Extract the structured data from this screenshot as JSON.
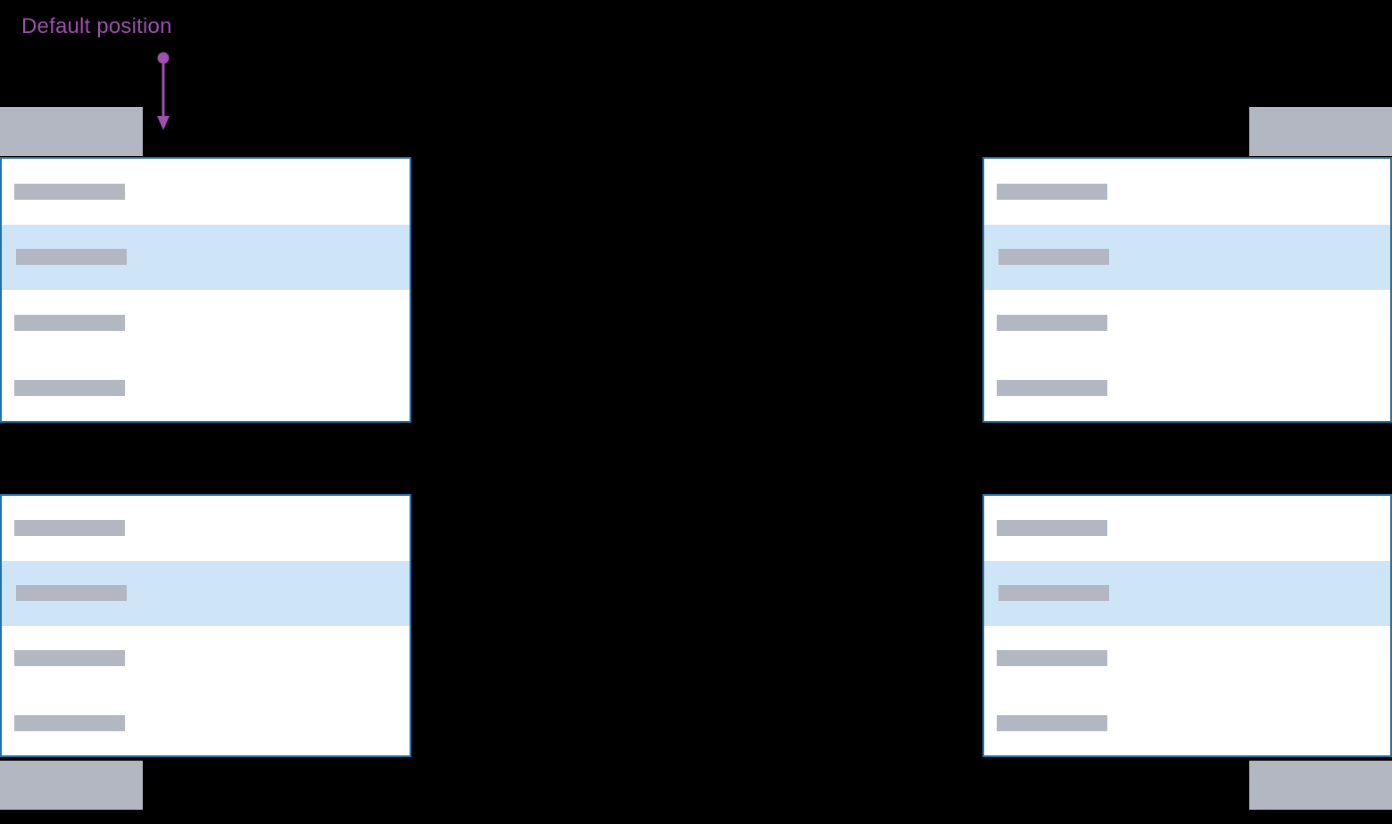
{
  "annotation": {
    "label": "Default position"
  },
  "colors": {
    "background": "#000000",
    "trigger_fill": "#b3b7c1",
    "panel_background": "#ffffff",
    "panel_border": "#2472a8",
    "highlight_row": "#cde5f7",
    "skeleton_bar": "#b3b7c1",
    "annotation": "#9f4fb1"
  },
  "dropdowns": [
    {
      "id": "top-left",
      "rows": [
        {
          "highlighted": false
        },
        {
          "highlighted": true
        },
        {
          "highlighted": false
        },
        {
          "highlighted": false
        }
      ]
    },
    {
      "id": "top-right",
      "rows": [
        {
          "highlighted": false
        },
        {
          "highlighted": true
        },
        {
          "highlighted": false
        },
        {
          "highlighted": false
        }
      ]
    },
    {
      "id": "bottom-left",
      "rows": [
        {
          "highlighted": false
        },
        {
          "highlighted": true
        },
        {
          "highlighted": false
        },
        {
          "highlighted": false
        }
      ]
    },
    {
      "id": "bottom-right",
      "rows": [
        {
          "highlighted": false
        },
        {
          "highlighted": true
        },
        {
          "highlighted": false
        },
        {
          "highlighted": false
        }
      ]
    }
  ]
}
